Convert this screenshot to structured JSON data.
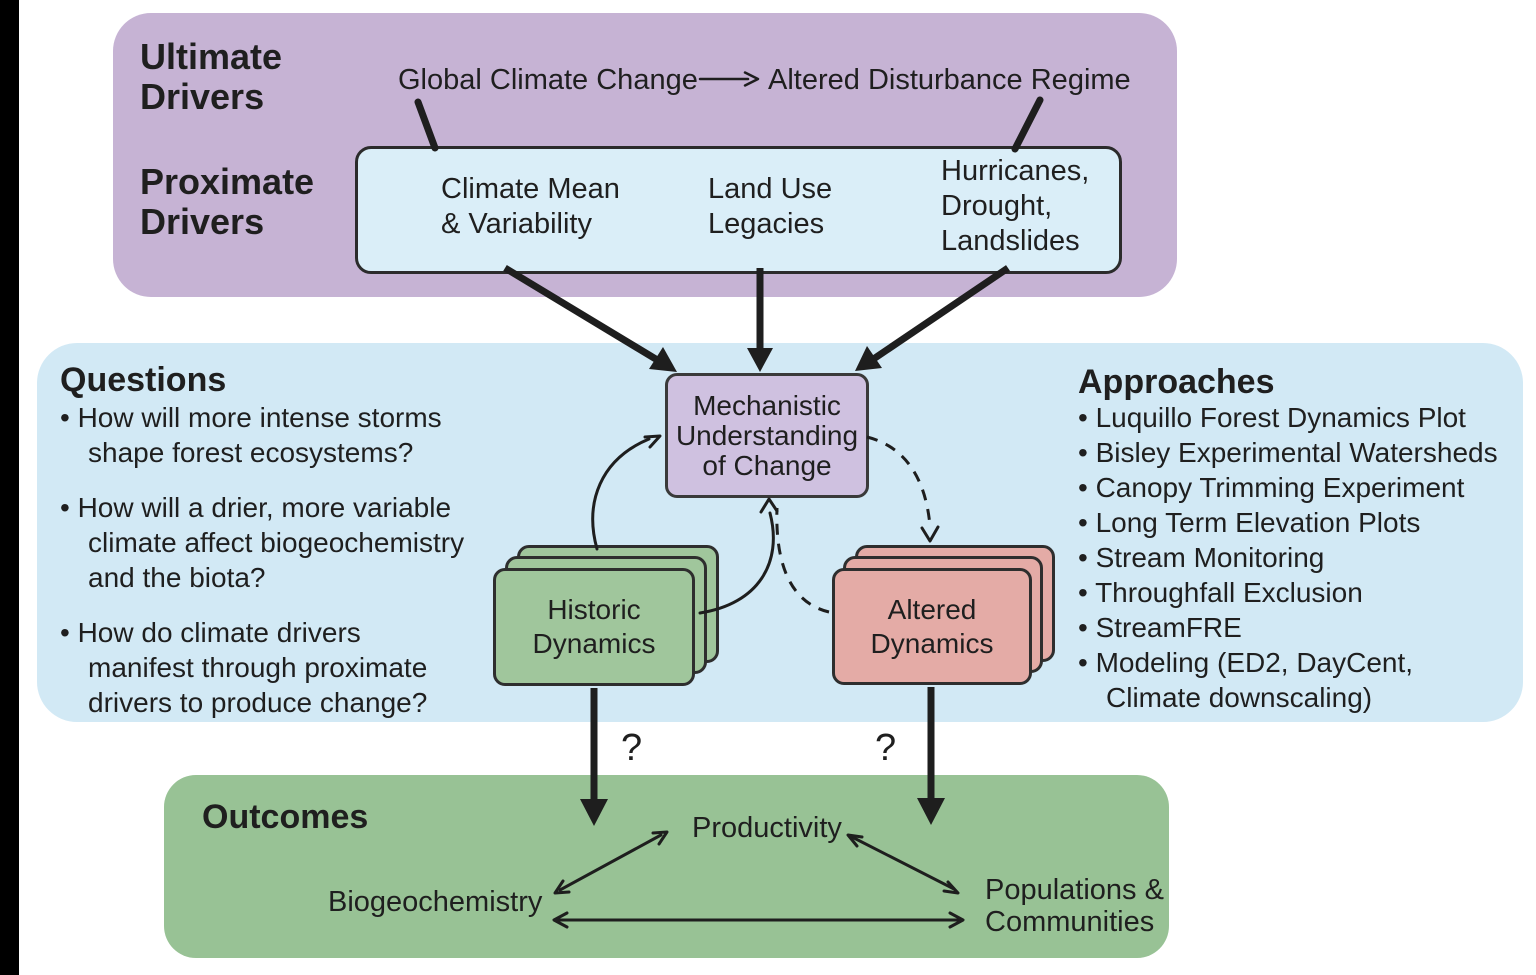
{
  "sections": {
    "ultimate_label": {
      "line1": "Ultimate",
      "line2": "Drivers"
    },
    "proximate_label": {
      "line1": "Proximate",
      "line2": "Drivers"
    }
  },
  "top_flow": {
    "source": "Global Climate Change",
    "target": "Altered Disturbance Regime"
  },
  "proximate_drivers": {
    "climate": {
      "line1": "Climate Mean",
      "line2": "& Variability"
    },
    "landuse": {
      "line1": "Land Use",
      "line2": "Legacies"
    },
    "disturbance": {
      "line1": "Hurricanes,",
      "line2": "Drought,",
      "line3": "Landslides"
    }
  },
  "questions": {
    "title": "Questions",
    "q1": {
      "line1": "• How will more intense storms",
      "line2": "shape forest ecosystems?"
    },
    "q2": {
      "line1": "• How will a drier, more variable",
      "line2": "climate affect biogeochemistry",
      "line3": "and the biota?"
    },
    "q3": {
      "line1": "• How do climate drivers",
      "line2": "manifest through proximate",
      "line3": "drivers to produce change?"
    }
  },
  "approaches": {
    "title": "Approaches",
    "a1": "• Luquillo Forest Dynamics Plot",
    "a2": "• Bisley Experimental Watersheds",
    "a3": "• Canopy Trimming Experiment",
    "a4": "• Long Term Elevation Plots",
    "a5": "• Stream Monitoring",
    "a6": "• Throughfall Exclusion",
    "a7": "• StreamFRE",
    "a8": "• Modeling (ED2, DayCent,",
    "a8b": "Climate downscaling)"
  },
  "nodes": {
    "mechanistic": {
      "line1": "Mechanistic",
      "line2": "Understanding",
      "line3": "of Change"
    },
    "historic": {
      "line1": "Historic",
      "line2": "Dynamics"
    },
    "altered": {
      "line1": "Altered",
      "line2": "Dynamics"
    },
    "unknown_left": "?",
    "unknown_right": "?"
  },
  "outcomes": {
    "title": "Outcomes",
    "productivity": "Productivity",
    "biogeochemistry": "Biogeochemistry",
    "populations_line1": "Populations &",
    "populations_line2": "Communities"
  },
  "colors": {
    "ultimate_panel": "#c6b3d4",
    "drivers_box": "#daeef8",
    "middle_panel": "#d2e9f5",
    "mechanistic_box": "#cfc1e0",
    "historic_card": "#a0c69c",
    "altered_card": "#e4aba6",
    "outcomes_panel": "#98c295",
    "line": "#1e1e1e",
    "left_bar": "#000000"
  }
}
